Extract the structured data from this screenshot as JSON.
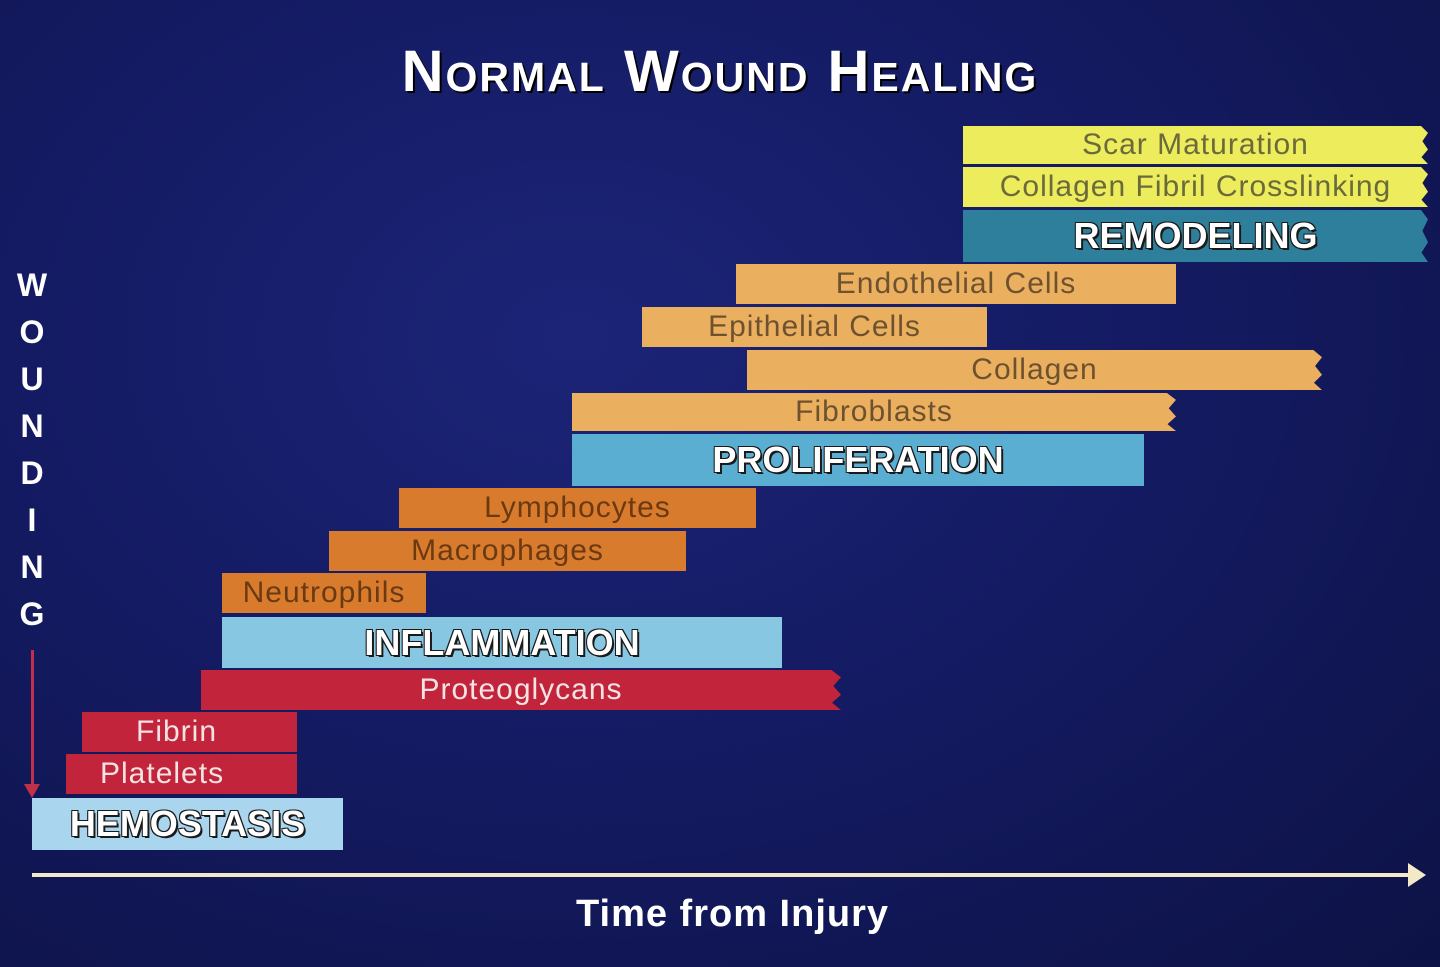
{
  "title": "Normal Wound Healing",
  "y_axis_label": "WOUNDING",
  "y_axis_letters": [
    "W",
    "O",
    "U",
    "N",
    "D",
    "I",
    "N",
    "G"
  ],
  "x_axis_label": "Time from Injury",
  "colors": {
    "hemostasis_phase": "#a9d5ee",
    "hemostasis_sub": "#c2243c",
    "inflammation_phase": "#88c7e2",
    "inflammation_sub": "#d97b2c",
    "proliferation_phase": "#5aaed2",
    "proliferation_sub": "#eab060",
    "remodeling_phase": "#2e7f9c",
    "remodeling_sub": "#ecec5c",
    "axis": "#f3e9c8"
  },
  "bars": {
    "scar_maturation": "Scar Maturation",
    "collagen_fibril_crosslinking": "Collagen Fibril Crosslinking",
    "remodeling": "REMODELING",
    "endothelial_cells": "Endothelial Cells",
    "epithelial_cells": "Epithelial Cells",
    "collagen": "Collagen",
    "fibroblasts": "Fibroblasts",
    "proliferation": "PROLIFERATION",
    "lymphocytes": "Lymphocytes",
    "macrophages": "Macrophages",
    "neutrophils": "Neutrophils",
    "inflammation": "INFLAMMATION",
    "proteoglycans": "Proteoglycans",
    "fibrin": "Fibrin",
    "platelets": "Platelets",
    "hemostasis": "HEMOSTASIS"
  }
}
